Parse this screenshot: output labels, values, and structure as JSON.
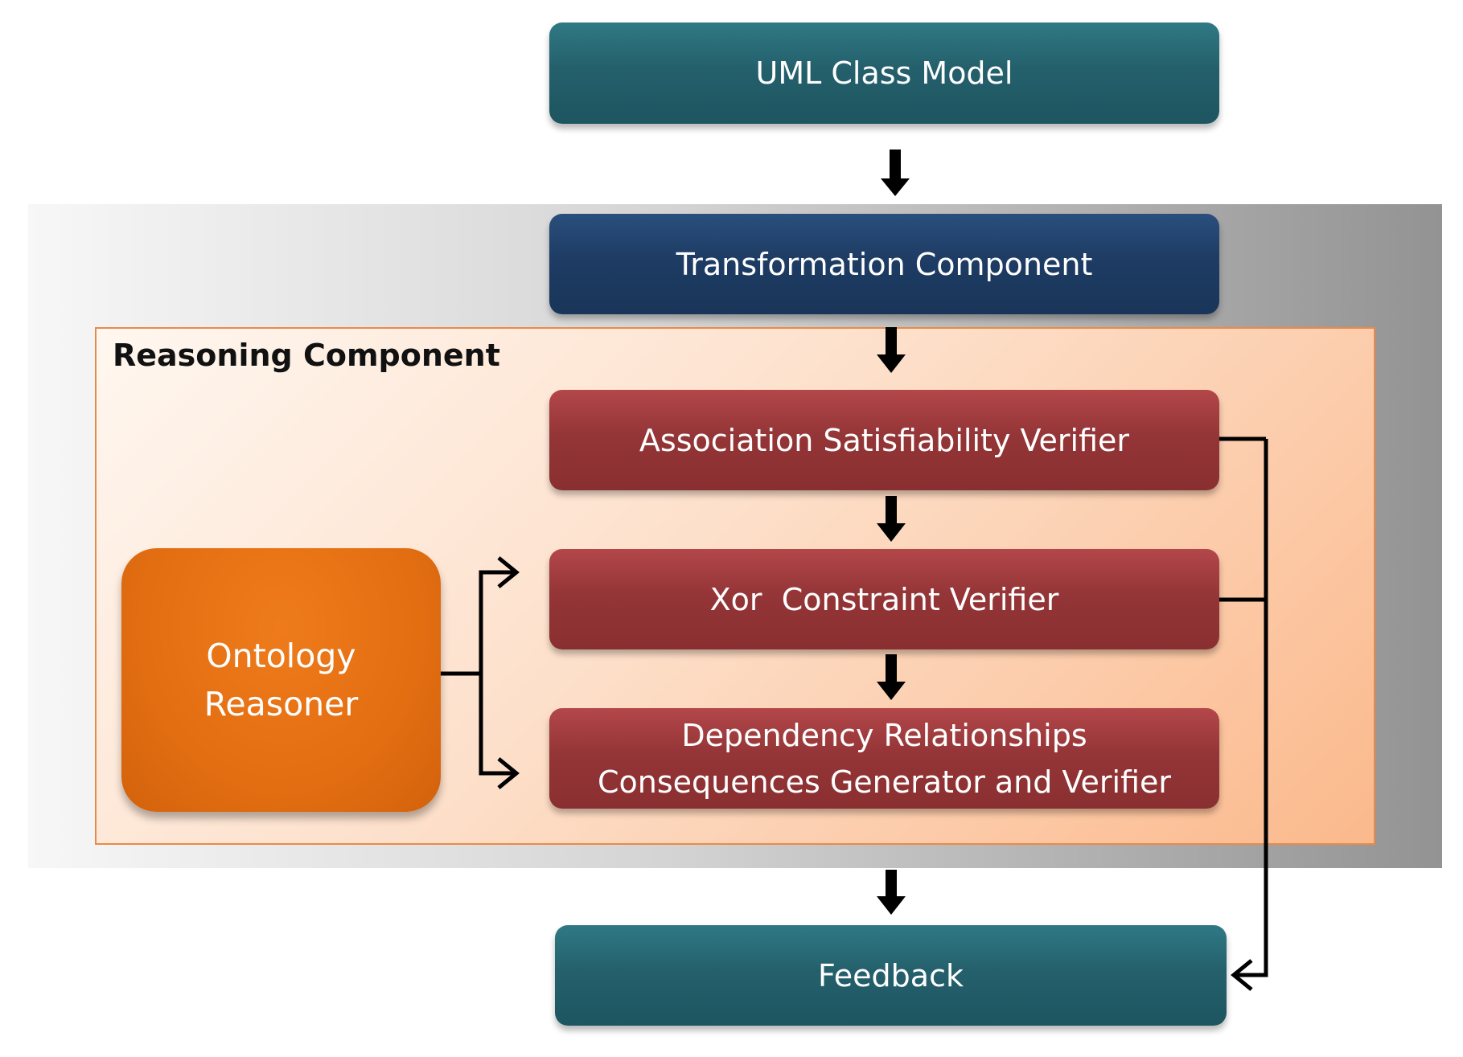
{
  "nodes": {
    "uml_class_model": "UML Class Model",
    "transformation_component": "Transformation Component",
    "reasoning_component_title": "Reasoning Component",
    "association_verifier": "Association Satisfiability Verifier",
    "xor_verifier": "Xor  Constraint Verifier",
    "dependency_verifier": "Dependency Relationships\nConsequences Generator and Verifier",
    "ontology_reasoner": "Ontology\nReasoner",
    "feedback": "Feedback"
  },
  "colors": {
    "teal_box": "#24606c",
    "navy_box": "#1e3c64",
    "red_box": "#943537",
    "orange_box": "#e36e12",
    "reasoning_panel": "#fde0cb",
    "arrows": "#000000"
  }
}
